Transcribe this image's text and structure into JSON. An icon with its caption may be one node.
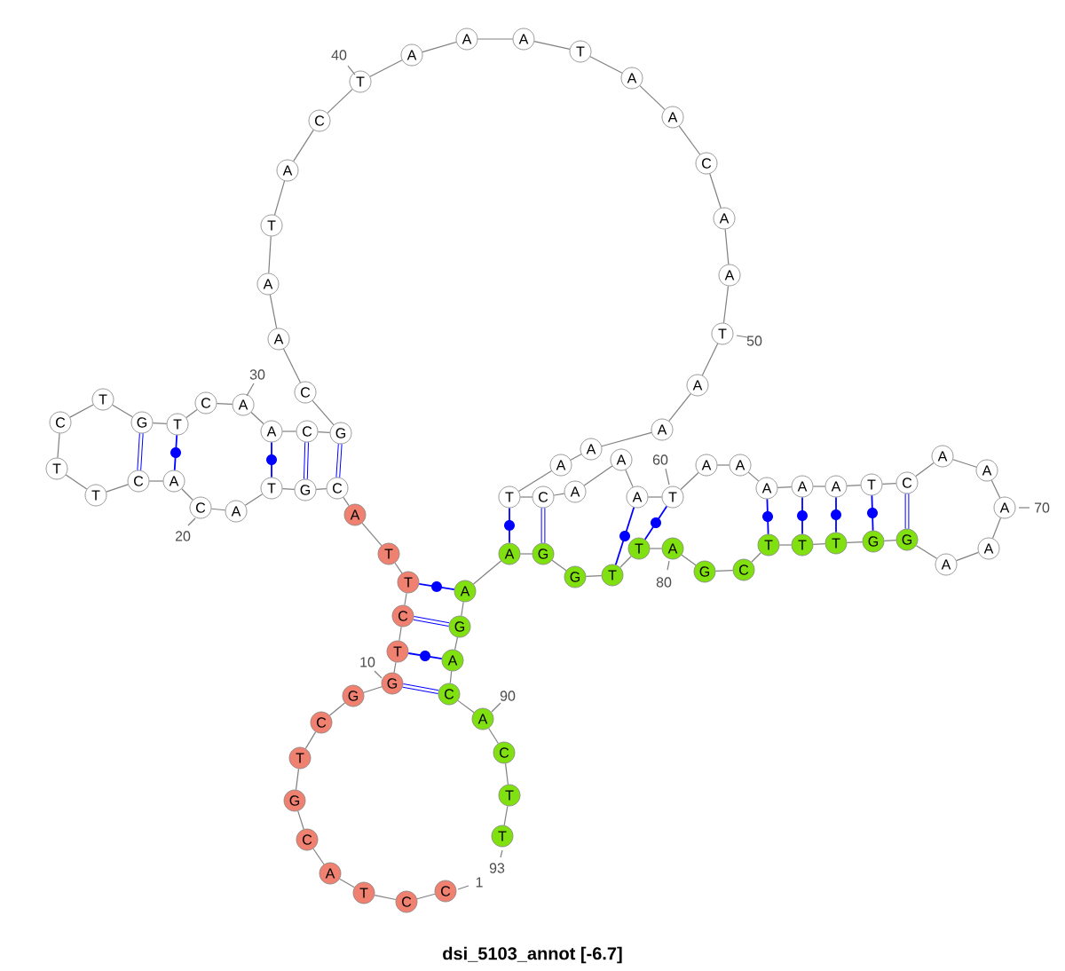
{
  "diagram": {
    "caption": "dsi_5103_annot [-6.7]",
    "nodes": [
      {
        "text": [
          "C"
        ]
      },
      {
        "text": [
          "C"
        ]
      },
      {
        "text": [
          "T"
        ]
      },
      {
        "text": [
          "A"
        ]
      },
      {
        "text": [
          "C"
        ]
      },
      {
        "text": [
          "G"
        ]
      },
      {
        "text": [
          "T"
        ]
      },
      {
        "text": [
          "C"
        ]
      },
      {
        "text": [
          "G"
        ]
      },
      {
        "text": [
          "G"
        ]
      },
      {
        "text": [
          "T"
        ]
      },
      {
        "text": [
          "C"
        ]
      },
      {
        "text": [
          "T"
        ]
      },
      {
        "text": [
          "T"
        ]
      },
      {
        "text": [
          "A"
        ]
      },
      {
        "text": [
          "C"
        ]
      },
      {
        "text": [
          "G"
        ]
      },
      {
        "text": [
          "T"
        ]
      },
      {
        "text": [
          "A"
        ]
      },
      {
        "text": [
          "C"
        ]
      },
      {
        "text": [
          "A"
        ]
      },
      {
        "text": [
          "C"
        ]
      },
      {
        "text": [
          "T"
        ]
      },
      {
        "text": [
          "T"
        ]
      },
      {
        "text": [
          "C"
        ]
      },
      {
        "text": [
          "T"
        ]
      },
      {
        "text": [
          "G"
        ]
      },
      {
        "text": [
          "T"
        ]
      },
      {
        "text": [
          "C"
        ]
      },
      {
        "text": [
          "A"
        ]
      },
      {
        "text": [
          "A"
        ]
      },
      {
        "text": [
          "C"
        ]
      },
      {
        "text": [
          "G"
        ]
      },
      {
        "text": [
          "C"
        ]
      },
      {
        "text": [
          "A"
        ]
      },
      {
        "text": [
          "A"
        ]
      },
      {
        "text": [
          "T"
        ]
      },
      {
        "text": [
          "A"
        ]
      },
      {
        "text": [
          "C"
        ]
      },
      {
        "text": [
          "T"
        ]
      },
      {
        "text": [
          "A"
        ]
      },
      {
        "text": [
          "A"
        ]
      },
      {
        "text": [
          "A"
        ]
      },
      {
        "text": [
          "T"
        ]
      },
      {
        "text": [
          "A"
        ]
      },
      {
        "text": [
          "A"
        ]
      },
      {
        "text": [
          "C"
        ]
      },
      {
        "text": [
          "A"
        ]
      },
      {
        "text": [
          "A"
        ]
      },
      {
        "text": [
          "T"
        ]
      },
      {
        "text": [
          "A"
        ]
      },
      {
        "text": [
          "A"
        ]
      },
      {
        "text": [
          "A"
        ]
      },
      {
        "text": [
          "A"
        ]
      },
      {
        "text": [
          "T"
        ]
      },
      {
        "text": [
          "C"
        ]
      },
      {
        "text": [
          "A"
        ]
      },
      {
        "text": [
          "A"
        ]
      },
      {
        "text": [
          "A"
        ]
      },
      {
        "text": [
          "T"
        ]
      },
      {
        "text": [
          "A"
        ]
      },
      {
        "text": [
          "A"
        ]
      },
      {
        "text": [
          "A"
        ]
      },
      {
        "text": [
          "A"
        ]
      },
      {
        "text": [
          "A"
        ]
      },
      {
        "text": [
          "T"
        ]
      },
      {
        "text": [
          "C"
        ]
      },
      {
        "text": [
          "A"
        ]
      },
      {
        "text": [
          "A"
        ]
      },
      {
        "text": [
          "A"
        ]
      },
      {
        "text": [
          "A"
        ]
      },
      {
        "text": [
          "A"
        ]
      },
      {
        "text": [
          "G"
        ]
      },
      {
        "text": [
          "G"
        ]
      },
      {
        "text": [
          "T"
        ]
      },
      {
        "text": [
          "T"
        ]
      },
      {
        "text": [
          "T"
        ]
      },
      {
        "text": [
          "C"
        ]
      },
      {
        "text": [
          "G"
        ]
      },
      {
        "text": [
          "A"
        ]
      },
      {
        "text": [
          "T"
        ]
      },
      {
        "text": [
          "T"
        ]
      },
      {
        "text": [
          "G"
        ]
      },
      {
        "text": [
          "G"
        ]
      },
      {
        "text": [
          "A"
        ]
      },
      {
        "text": [
          "A"
        ]
      },
      {
        "text": [
          "G"
        ]
      },
      {
        "text": [
          "A"
        ]
      },
      {
        "text": [
          "C"
        ]
      },
      {
        "text": [
          "A"
        ]
      },
      {
        "text": [
          "C"
        ]
      },
      {
        "text": [
          "T"
        ]
      },
      {
        "text": [
          "T"
        ]
      }
    ],
    "edges": [
      {
        "from": 0,
        "to": 1,
        "arrow": "none"
      },
      {
        "from": 1,
        "to": 2,
        "arrow": "none"
      },
      {
        "from": 2,
        "to": 3,
        "arrow": "none"
      },
      {
        "from": 3,
        "to": 4,
        "arrow": "none"
      },
      {
        "from": 4,
        "to": 5,
        "arrow": "none"
      },
      {
        "from": 5,
        "to": 6,
        "arrow": "none"
      },
      {
        "from": 6,
        "to": 7,
        "arrow": "none"
      },
      {
        "from": 7,
        "to": 8,
        "arrow": "none"
      },
      {
        "from": 8,
        "to": 9,
        "arrow": "none"
      },
      {
        "from": 9,
        "to": 10,
        "arrow": "none"
      },
      {
        "from": 10,
        "to": 11,
        "arrow": "none"
      },
      {
        "from": 11,
        "to": 12,
        "arrow": "none"
      },
      {
        "from": 12,
        "to": 13,
        "arrow": "none"
      },
      {
        "from": 13,
        "to": 14,
        "arrow": "none"
      },
      {
        "from": 14,
        "to": 15,
        "arrow": "none"
      },
      {
        "from": 15,
        "to": 16,
        "arrow": "none"
      },
      {
        "from": 16,
        "to": 17,
        "arrow": "none"
      },
      {
        "from": 17,
        "to": 18,
        "arrow": "none"
      },
      {
        "from": 18,
        "to": 19,
        "arrow": "none"
      },
      {
        "from": 19,
        "to": 20,
        "arrow": "none"
      },
      {
        "from": 20,
        "to": 21,
        "arrow": "none"
      },
      {
        "from": 21,
        "to": 22,
        "arrow": "none"
      },
      {
        "from": 22,
        "to": 23,
        "arrow": "none"
      },
      {
        "from": 23,
        "to": 24,
        "arrow": "none"
      },
      {
        "from": 24,
        "to": 25,
        "arrow": "none"
      },
      {
        "from": 25,
        "to": 26,
        "arrow": "none"
      },
      {
        "from": 26,
        "to": 27,
        "arrow": "none"
      },
      {
        "from": 27,
        "to": 28,
        "arrow": "none"
      },
      {
        "from": 28,
        "to": 29,
        "arrow": "none"
      },
      {
        "from": 29,
        "to": 30,
        "arrow": "none"
      },
      {
        "from": 30,
        "to": 31,
        "arrow": "none"
      },
      {
        "from": 31,
        "to": 32,
        "arrow": "none"
      },
      {
        "from": 32,
        "to": 33,
        "arrow": "none"
      },
      {
        "from": 33,
        "to": 34,
        "arrow": "none"
      },
      {
        "from": 34,
        "to": 35,
        "arrow": "none"
      },
      {
        "from": 35,
        "to": 36,
        "arrow": "none"
      },
      {
        "from": 36,
        "to": 37,
        "arrow": "none"
      },
      {
        "from": 37,
        "to": 38,
        "arrow": "none"
      },
      {
        "from": 38,
        "to": 39,
        "arrow": "none"
      },
      {
        "from": 39,
        "to": 40,
        "arrow": "none"
      },
      {
        "from": 40,
        "to": 41,
        "arrow": "none"
      },
      {
        "from": 41,
        "to": 42,
        "arrow": "none"
      },
      {
        "from": 42,
        "to": 43,
        "arrow": "none"
      },
      {
        "from": 43,
        "to": 44,
        "arrow": "none"
      },
      {
        "from": 44,
        "to": 45,
        "arrow": "none"
      },
      {
        "from": 45,
        "to": 46,
        "arrow": "none"
      },
      {
        "from": 46,
        "to": 47,
        "arrow": "none"
      },
      {
        "from": 47,
        "to": 48,
        "arrow": "none"
      },
      {
        "from": 48,
        "to": 49,
        "arrow": "none"
      },
      {
        "from": 49,
        "to": 50,
        "arrow": "none"
      },
      {
        "from": 50,
        "to": 51,
        "arrow": "none"
      },
      {
        "from": 51,
        "to": 52,
        "arrow": "none"
      },
      {
        "from": 52,
        "to": 53,
        "arrow": "none"
      },
      {
        "from": 53,
        "to": 54,
        "arrow": "none"
      },
      {
        "from": 54,
        "to": 55,
        "arrow": "none"
      },
      {
        "from": 55,
        "to": 56,
        "arrow": "none"
      },
      {
        "from": 56,
        "to": 57,
        "arrow": "none"
      },
      {
        "from": 57,
        "to": 58,
        "arrow": "none"
      },
      {
        "from": 58,
        "to": 59,
        "arrow": "none"
      },
      {
        "from": 59,
        "to": 60,
        "arrow": "none"
      },
      {
        "from": 60,
        "to": 61,
        "arrow": "none"
      },
      {
        "from": 61,
        "to": 62,
        "arrow": "none"
      },
      {
        "from": 62,
        "to": 63,
        "arrow": "none"
      },
      {
        "from": 63,
        "to": 64,
        "arrow": "none"
      },
      {
        "from": 64,
        "to": 65,
        "arrow": "none"
      },
      {
        "from": 65,
        "to": 66,
        "arrow": "none"
      },
      {
        "from": 66,
        "to": 67,
        "arrow": "none"
      },
      {
        "from": 67,
        "to": 68,
        "arrow": "none"
      },
      {
        "from": 68,
        "to": 69,
        "arrow": "none"
      },
      {
        "from": 69,
        "to": 70,
        "arrow": "none"
      },
      {
        "from": 70,
        "to": 71,
        "arrow": "none"
      },
      {
        "from": 71,
        "to": 72,
        "arrow": "none"
      },
      {
        "from": 72,
        "to": 73,
        "arrow": "none"
      },
      {
        "from": 73,
        "to": 74,
        "arrow": "none"
      },
      {
        "from": 74,
        "to": 75,
        "arrow": "none"
      },
      {
        "from": 75,
        "to": 76,
        "arrow": "none"
      },
      {
        "from": 76,
        "to": 77,
        "arrow": "none"
      },
      {
        "from": 77,
        "to": 78,
        "arrow": "none"
      },
      {
        "from": 78,
        "to": 79,
        "arrow": "none"
      },
      {
        "from": 79,
        "to": 80,
        "arrow": "none"
      },
      {
        "from": 80,
        "to": 81,
        "arrow": "none"
      },
      {
        "from": 81,
        "to": 82,
        "arrow": "none"
      },
      {
        "from": 82,
        "to": 83,
        "arrow": "none"
      },
      {
        "from": 83,
        "to": 84,
        "arrow": "none"
      },
      {
        "from": 84,
        "to": 85,
        "arrow": "none"
      },
      {
        "from": 85,
        "to": 86,
        "arrow": "none"
      },
      {
        "from": 86,
        "to": 87,
        "arrow": "none"
      },
      {
        "from": 87,
        "to": 88,
        "arrow": "none"
      },
      {
        "from": 88,
        "to": 89,
        "arrow": "none"
      },
      {
        "from": 89,
        "to": 90,
        "arrow": "none"
      },
      {
        "from": 90,
        "to": 91,
        "arrow": "none"
      },
      {
        "from": 91,
        "to": 92,
        "arrow": "none"
      },
      {
        "from": 9,
        "to": 88,
        "arrow": "none",
        "style": "thick",
        "color": "#0000ff"
      },
      {
        "from": 10,
        "to": 87,
        "arrow": "none",
        "color": "#0000ff"
      },
      {
        "from": 11,
        "to": 86,
        "arrow": "none",
        "style": "thick",
        "color": "#0000ff"
      },
      {
        "from": 12,
        "to": 85,
        "arrow": "none",
        "color": "#0000ff"
      },
      {
        "from": 15,
        "to": 32,
        "arrow": "none",
        "style": "thick",
        "color": "#0000ff"
      },
      {
        "from": 16,
        "to": 31,
        "arrow": "none",
        "style": "thick",
        "color": "#0000ff"
      },
      {
        "from": 17,
        "to": 30,
        "arrow": "none",
        "color": "#0000ff"
      },
      {
        "from": 20,
        "to": 27,
        "arrow": "none",
        "color": "#0000ff"
      },
      {
        "from": 21,
        "to": 26,
        "arrow": "none",
        "style": "thick",
        "color": "#0000ff"
      },
      {
        "from": 54,
        "to": 84,
        "arrow": "none",
        "color": "#0000ff"
      },
      {
        "from": 55,
        "to": 83,
        "arrow": "none",
        "style": "thick",
        "color": "#0000ff"
      },
      {
        "from": 58,
        "to": 81,
        "arrow": "none",
        "color": "#0000ff"
      },
      {
        "from": 59,
        "to": 80,
        "arrow": "none",
        "color": "#0000ff"
      },
      {
        "from": 62,
        "to": 76,
        "arrow": "none",
        "color": "#0000ff"
      },
      {
        "from": 63,
        "to": 75,
        "arrow": "none",
        "color": "#0000ff"
      },
      {
        "from": 64,
        "to": 74,
        "arrow": "none",
        "color": "#0000ff"
      },
      {
        "from": 65,
        "to": 73,
        "arrow": "none",
        "color": "#0000ff"
      },
      {
        "from": 66,
        "to": 72,
        "arrow": "none",
        "style": "thick",
        "color": "#0000ff"
      }
    ],
    "labels": [
      "40",
      "30",
      "50",
      "60",
      "70",
      "20",
      "10",
      "90",
      "80",
      "93",
      "1"
    ]
  }
}
